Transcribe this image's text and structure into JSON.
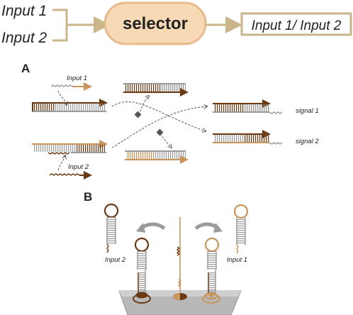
{
  "header": {
    "input_1": "Input 1",
    "input_2": "Input 2",
    "selector": "selector",
    "output": "Input 1/ Input 2"
  },
  "panel_a": {
    "label": "A",
    "input_1": "Input 1",
    "input_2": "Input 2",
    "signal_1": "signal 1",
    "signal_2": "signal 2"
  },
  "panel_b": {
    "label": "B",
    "input_1": "Input 1",
    "input_2": "Input 2"
  },
  "colors": {
    "arrow": "#c9b68a",
    "selector_fill": "#f7d9b6",
    "selector_stroke": "#e8b98a",
    "dark_strand": "#6b3a12",
    "light_strand": "#c8955a",
    "grey_strand": "#8c8c8c",
    "surface": "#b8b8b8"
  }
}
